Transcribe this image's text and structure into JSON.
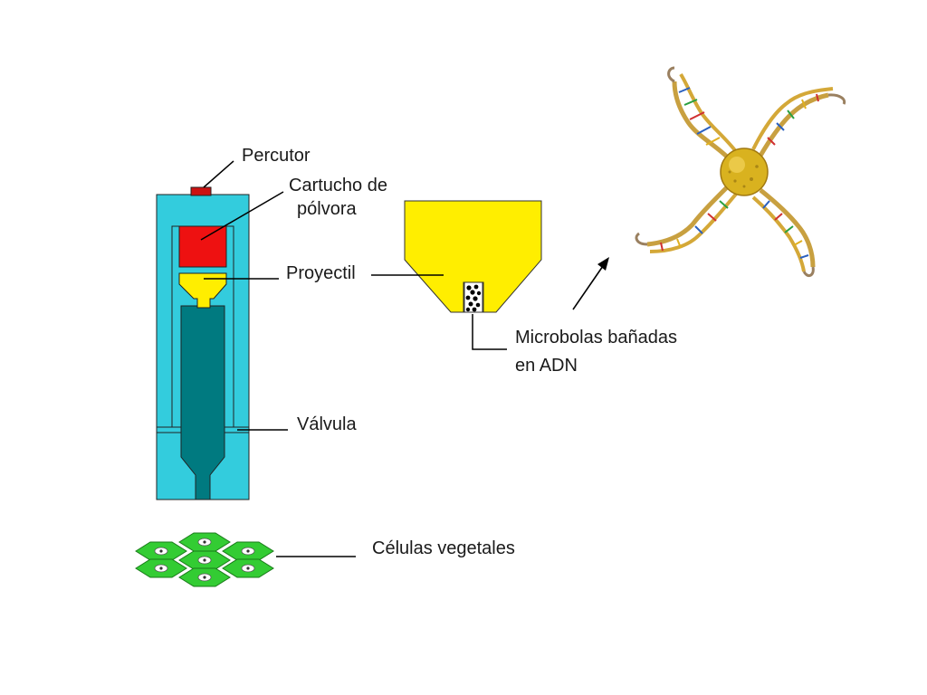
{
  "labels": {
    "percutor": "Percutor",
    "cartucho_line1": "Cartucho de",
    "cartucho_line2": "pólvora",
    "proyectil": "Proyectil",
    "microbolas_line1": "Microbolas bañadas",
    "microbolas_line2": "en ADN",
    "valvula": "Válvula",
    "celulas": "Células vegetales"
  },
  "colors": {
    "device_body": "#33ccdd",
    "barrel": "#007a80",
    "cartridge": "#ee1111",
    "firing_pin": "#cc1111",
    "projectile": "#ffee00",
    "cells_fill": "#33cc33",
    "cells_nucleus": "#ffffff",
    "dna_core": "#d9b21f",
    "dna_strand": "#c8a040",
    "line": "#000000"
  },
  "icons": {
    "dna": "dna-nanoparticle-icon",
    "cells": "plant-cells-icon"
  }
}
